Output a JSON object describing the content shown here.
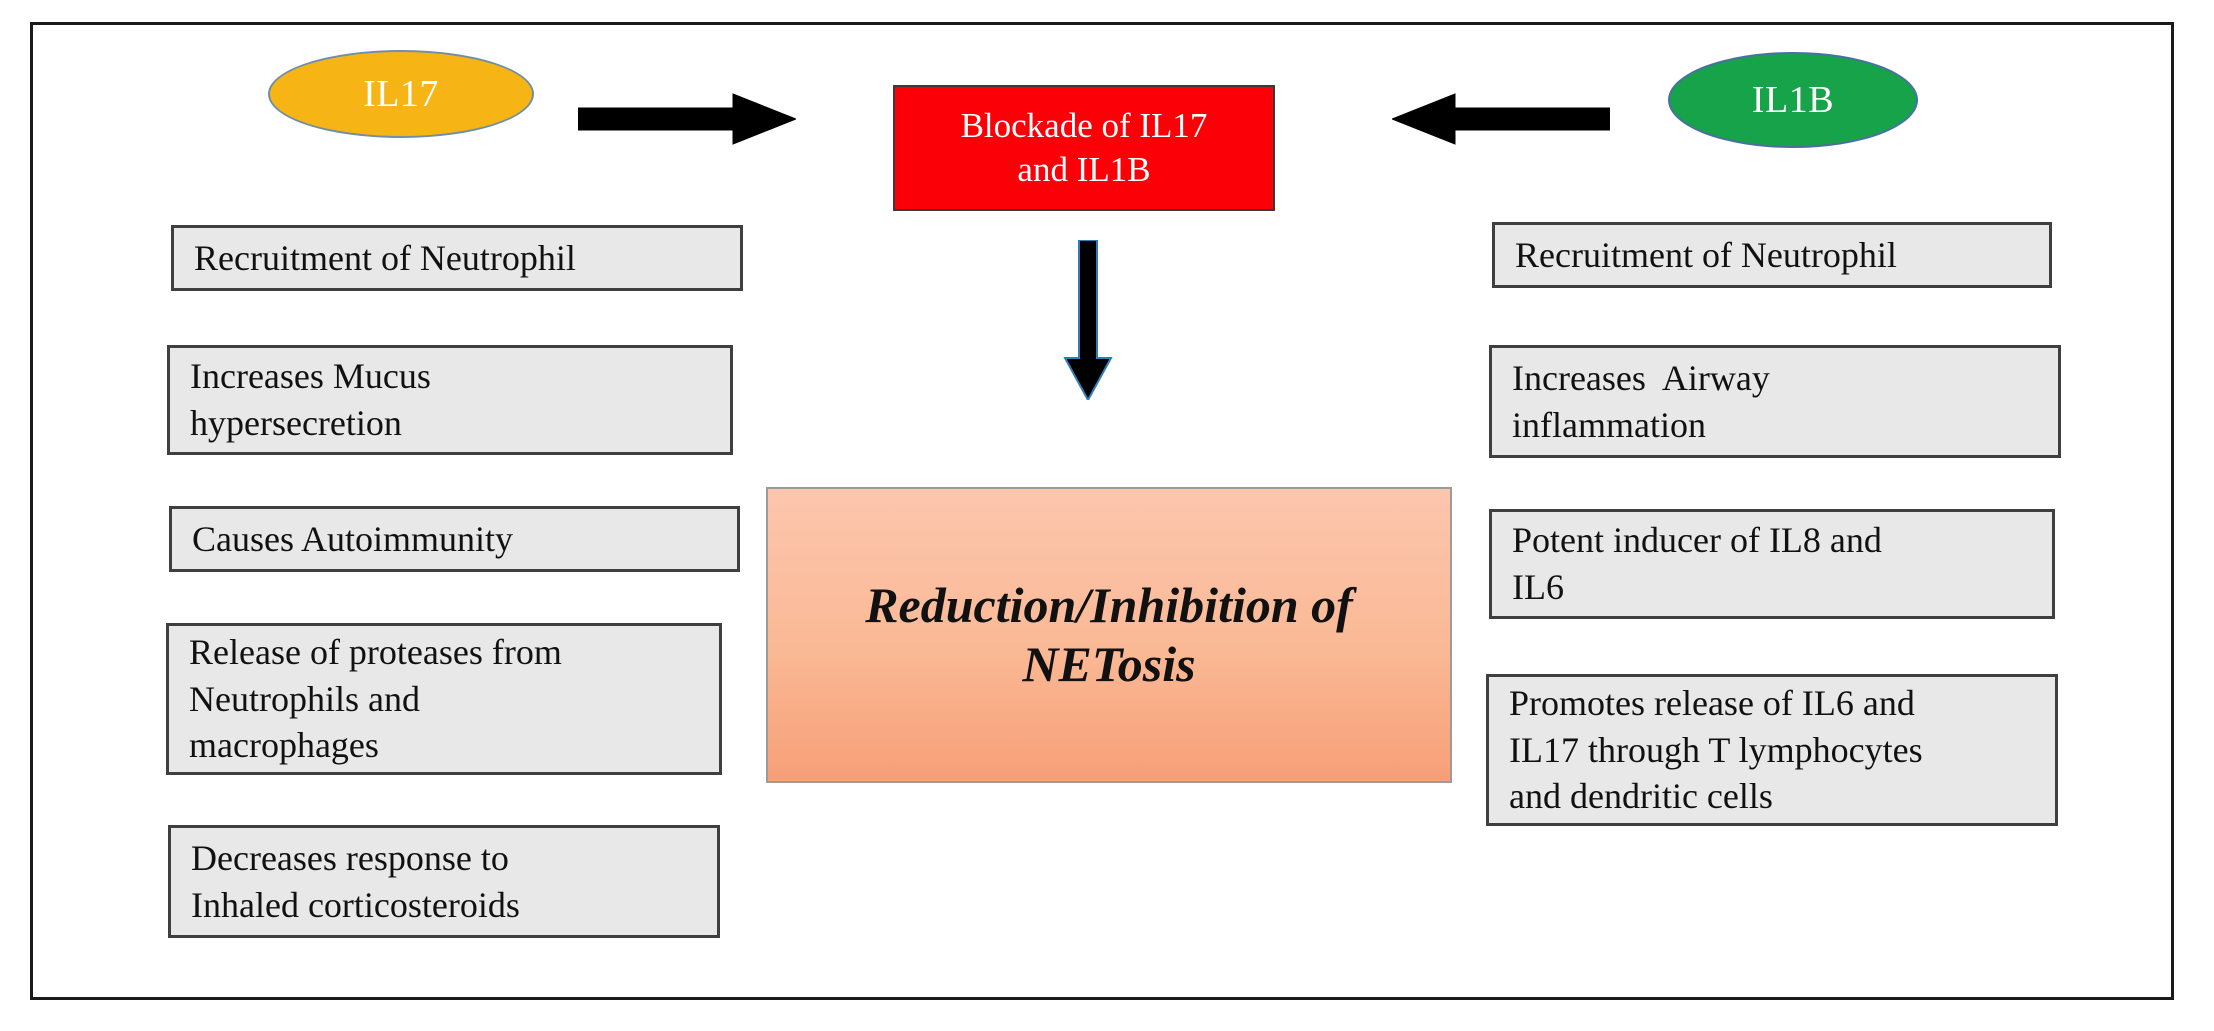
{
  "figure": {
    "title": "IL17 and IL1B blockade pathway leading to reduction of NETosis"
  },
  "nodes": {
    "il17": {
      "label": "IL17",
      "fill": "#f6b515",
      "stroke": "#6f8ea8",
      "text_color": "#ffffff",
      "shape": "ellipse"
    },
    "il1b": {
      "label": "IL1B",
      "fill": "#16a34a",
      "stroke": "#4a6fa5",
      "text_color": "#ffffff",
      "shape": "ellipse"
    },
    "blockade": {
      "line1": "Blockade of IL17",
      "line2": "and IL1B",
      "fill": "#fb0007",
      "stroke": "#3b3b3b",
      "text_color": "#ffffff",
      "shape": "rectangle"
    },
    "netosis": {
      "line1": "Reduction/Inhibition of",
      "line2": "NETosis",
      "fill_top": "#fcc6ae",
      "fill_bottom": "#f79f77",
      "stroke": "#9b9b9b",
      "text_color": "#111111",
      "shape": "rectangle"
    }
  },
  "arrows": {
    "il17_to_blockade": {
      "direction": "right",
      "color": "#000000"
    },
    "il1b_to_blockade": {
      "direction": "left",
      "color": "#000000"
    },
    "blockade_to_netosis": {
      "direction": "down",
      "color": "#000000",
      "outline": "#2f7fb5"
    }
  },
  "left_column": {
    "source": "IL17",
    "boxes": [
      {
        "text": "Recruitment of Neutrophil"
      },
      {
        "text": "Increases Mucus\nhypersecretion"
      },
      {
        "text": "Causes Autoimmunity"
      },
      {
        "text": "Release of proteases from\nNeutrophils and\nmacrophages"
      },
      {
        "text": "Decreases response to\nInhaled corticosteroids"
      }
    ]
  },
  "right_column": {
    "source": "IL1B",
    "boxes": [
      {
        "text": "Recruitment of Neutrophil"
      },
      {
        "text": "Increases  Airway\ninflammation"
      },
      {
        "text": "Potent inducer of IL8 and\nIL6"
      },
      {
        "text": "Promotes release of IL6 and\nIL17 through T lymphocytes\nand dendritic cells"
      }
    ]
  },
  "style": {
    "box_fill": "#e8e8e8",
    "box_stroke": "#3f3f3f",
    "frame_stroke": "#1a1a1a",
    "canvas": "#ffffff"
  }
}
